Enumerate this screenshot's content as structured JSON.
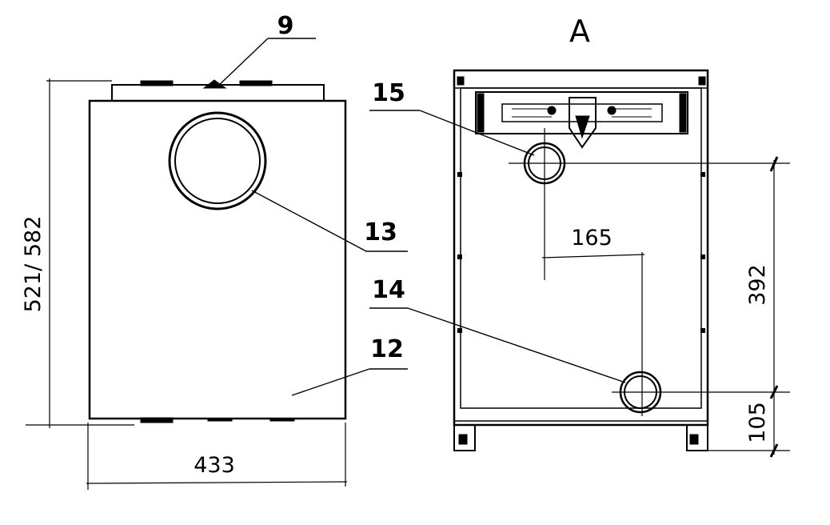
{
  "view_label": "A",
  "callouts": {
    "c9": "9",
    "c13": "13",
    "c12": "12",
    "c15": "15",
    "c14": "14"
  },
  "dimensions": {
    "height": "521/ 582",
    "width": "433",
    "pipe_spacing": "165",
    "pipe_vertical": "392",
    "bottom_offset": "105"
  }
}
